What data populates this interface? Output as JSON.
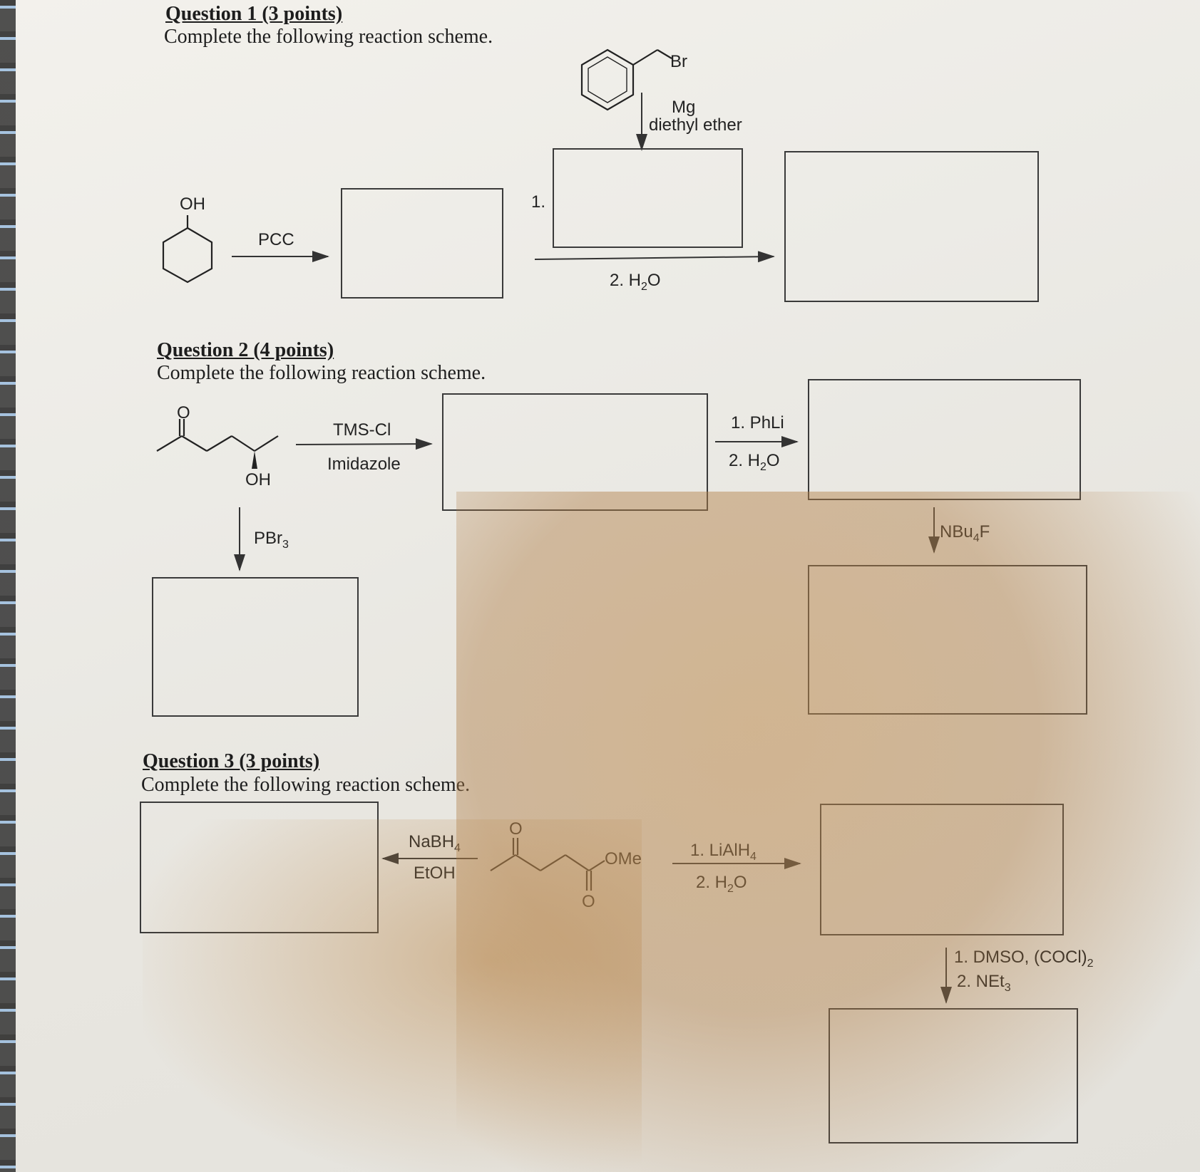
{
  "q1": {
    "heading": "Question 1 (3 points)",
    "subtitle": "Complete the following reaction scheme.",
    "oh_label": "OH",
    "pcc_label": "PCC",
    "br_label": "Br",
    "mg_label": "Mg",
    "ether_label": "diethyl ether",
    "step1_label": "1.",
    "step2_label": "2. H",
    "step2_sub": "2",
    "step2_tail": "O"
  },
  "q2": {
    "heading": "Question 2 (4 points)",
    "subtitle": "Complete the following reaction scheme.",
    "o_label": "O",
    "oh_label": "OH",
    "tmscl_label": "TMS-Cl",
    "imidazole_label": "Imidazole",
    "phli_label": "1. PhLi",
    "h2o_label": "2. H",
    "h2o_sub": "2",
    "h2o_tail": "O",
    "pbr3_label": "PBr",
    "pbr3_sub": "3",
    "nbu4f_label": "NBu",
    "nbu4f_sub": "4",
    "nbu4f_tail": "F"
  },
  "q3": {
    "heading": "Question 3 (3 points)",
    "subtitle": "Complete the following reaction scheme.",
    "nabh4_label": "NaBH",
    "nabh4_sub": "4",
    "etoh_label": "EtOH",
    "o_top_label": "O",
    "o_bottom_label": "O",
    "ome_label": "OMe",
    "lialh4_label": "1. LiAlH",
    "lialh4_sub": "4",
    "h2o_label": "2. H",
    "h2o_sub": "2",
    "h2o_tail": "O",
    "dmso_label": "1. DMSO, (COCl)",
    "dmso_sub": "2",
    "net3_label": "2. NEt",
    "net3_sub": "3"
  }
}
